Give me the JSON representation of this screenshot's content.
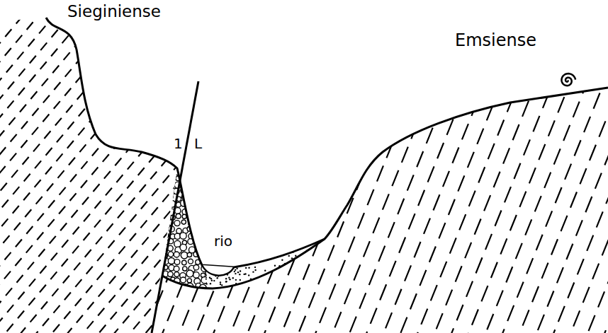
{
  "diagram": {
    "labels": [
      "Sieginiense",
      "Emsiense",
      "1",
      "L",
      "rio"
    ]
  }
}
